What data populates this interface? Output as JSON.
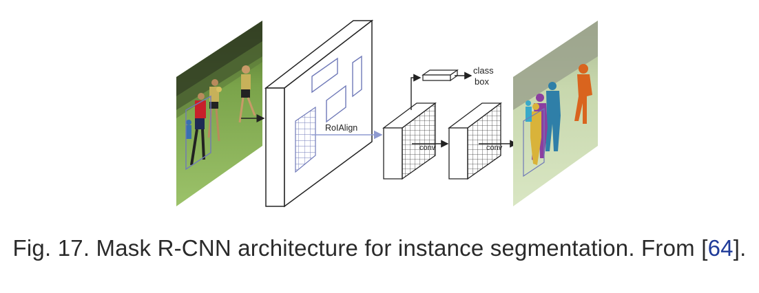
{
  "diagram": {
    "labels": {
      "roialign": "RoIAlign",
      "class": "class",
      "box": "box",
      "conv1": "conv",
      "conv2": "conv"
    }
  },
  "caption": {
    "prefix": "Fig. 17. Mask R-CNN architecture for instance segmentation. From [",
    "ref": "64",
    "suffix": "]."
  },
  "colors": {
    "line": "#222222",
    "grid": "#6f79b8",
    "roi_arrow": "#8e9ad0",
    "link": "#1f3b99"
  }
}
